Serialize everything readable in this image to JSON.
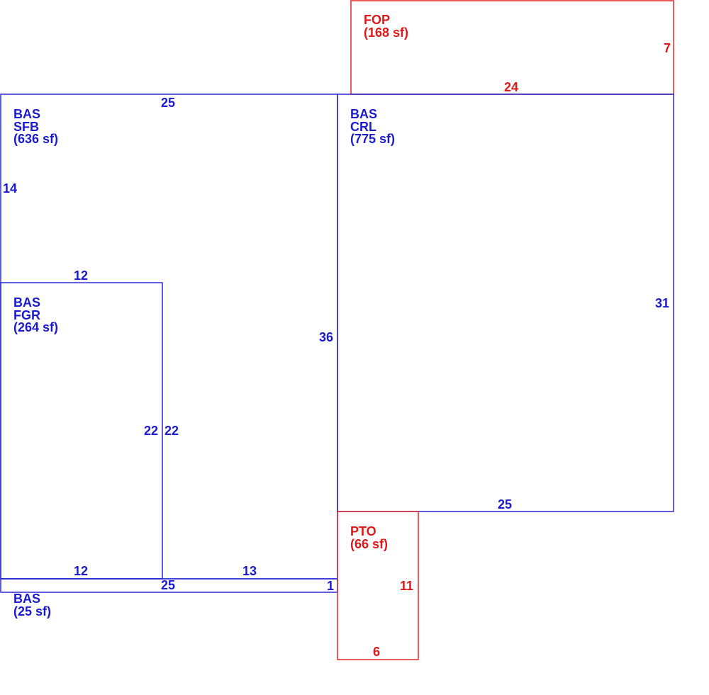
{
  "colors": {
    "living": "#1a1ad0",
    "exterior": "#e01818",
    "background": "#ffffff"
  },
  "areas": [
    {
      "id": "fop",
      "lines": [
        "FOP",
        "(168 sf)"
      ]
    },
    {
      "id": "sfb",
      "lines": [
        "BAS",
        "SFB",
        "(636 sf)"
      ]
    },
    {
      "id": "crl",
      "lines": [
        "BAS",
        "CRL",
        "(775 sf)"
      ]
    },
    {
      "id": "fgr",
      "lines": [
        "BAS",
        "FGR",
        "(264 sf)"
      ]
    },
    {
      "id": "pto",
      "lines": [
        "PTO",
        "(66 sf)"
      ]
    },
    {
      "id": "strip",
      "lines": [
        "BAS",
        "(25 sf)"
      ]
    }
  ],
  "dimensions": {
    "fop_side": "7",
    "fop_bottom": "24",
    "sfb_top": "25",
    "sfb_left": "14",
    "sfb_right": "36",
    "fgr_top": "12",
    "fgr_right": "22",
    "fgr_bottom": "12",
    "sfb_inner_side": "22",
    "sfb_bottom": "13",
    "crl_right": "31",
    "crl_bottom": "25",
    "strip_top": "25",
    "strip_right": "1",
    "pto_right": "11",
    "pto_bottom": "6"
  }
}
